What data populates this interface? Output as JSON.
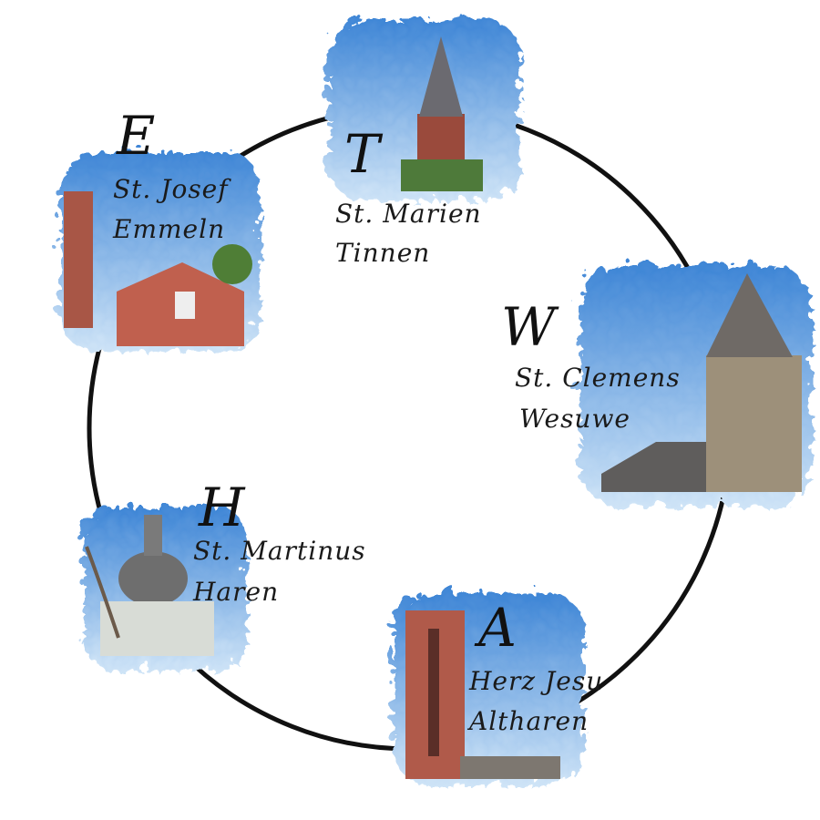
{
  "diagram": {
    "type": "cycle",
    "colors": {
      "ring": "#111111",
      "sky": "#5fa0e0",
      "brick": "#b5584a",
      "stone": "#9a8f7a"
    },
    "nodes": [
      {
        "id": "T",
        "letter": "T",
        "line1": "St. Marien",
        "line2": "Tinnen"
      },
      {
        "id": "W",
        "letter": "W",
        "line1": "St. Clemens",
        "line2": "Wesuwe"
      },
      {
        "id": "A",
        "letter": "A",
        "line1": "Herz Jesu",
        "line2": "Altharen"
      },
      {
        "id": "H",
        "letter": "H",
        "line1": "St. Martinus",
        "line2": "Haren"
      },
      {
        "id": "E",
        "letter": "E",
        "line1": "St. Josef",
        "line2": "Emmeln"
      }
    ]
  }
}
